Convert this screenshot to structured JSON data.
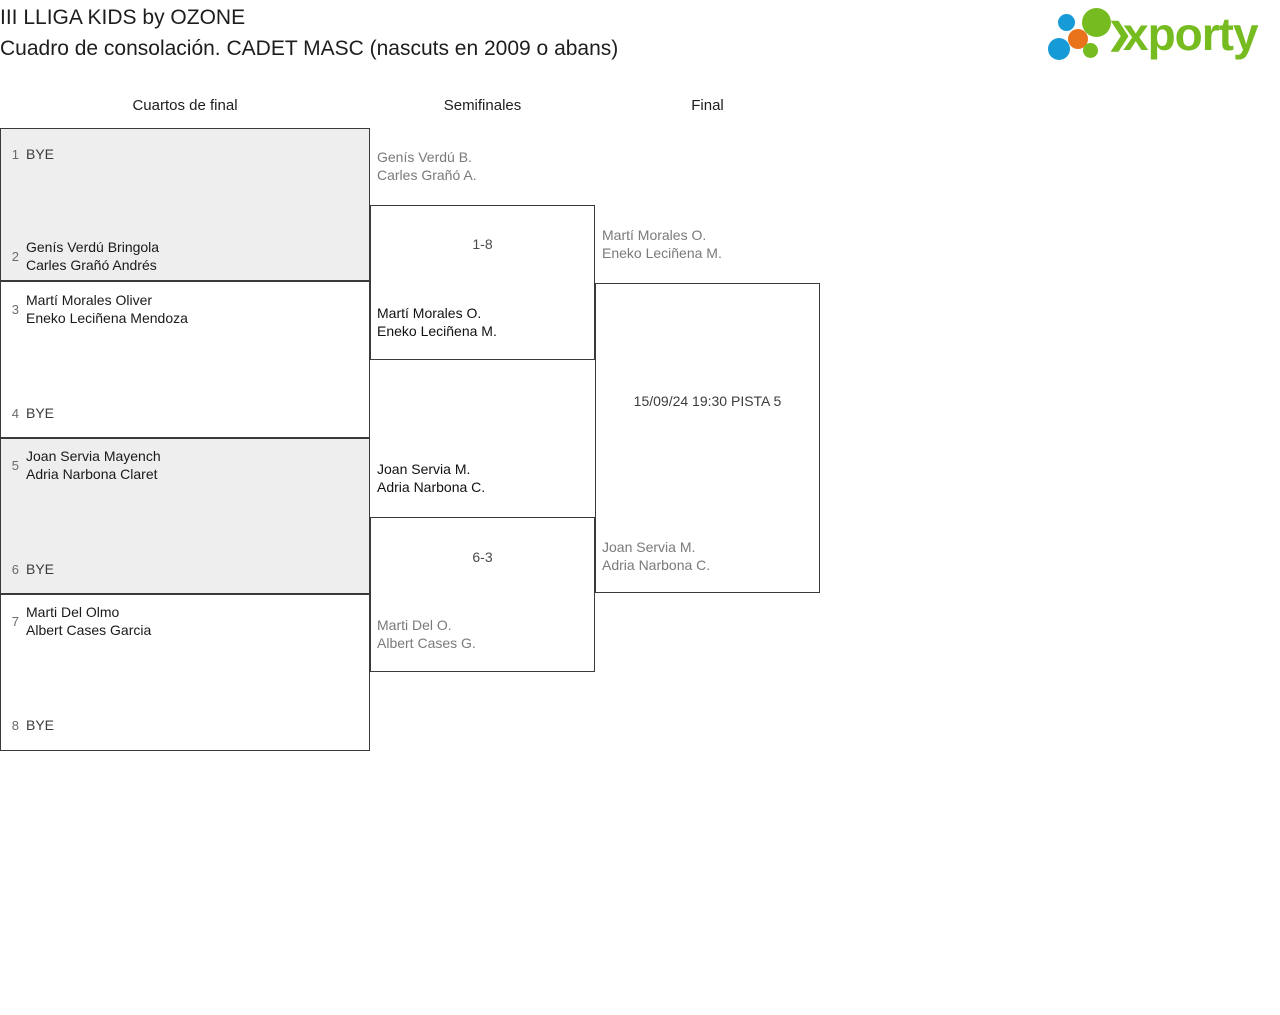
{
  "header": {
    "title_line1": "III LLIGA KIDS by OZONE",
    "title_line2": "Cuadro de consolación. CADET MASC (nascuts en 2009 o abans)",
    "logo_text": "xporty",
    "logo_colors": {
      "blue": "#179bd7",
      "orange": "#e8731a",
      "green": "#76bc21"
    }
  },
  "rounds": [
    {
      "label": "Cuartos de final"
    },
    {
      "label": "Semifinales"
    },
    {
      "label": "Final"
    }
  ],
  "bracket": {
    "quarterfinals": [
      {
        "seed": "1",
        "player1": "BYE",
        "player2": "",
        "is_bye": true,
        "shaded": true
      },
      {
        "seed": "2",
        "player1": "Genís Verdú Bringola",
        "player2": "Carles Grañó Andrés",
        "is_bye": false,
        "shaded": true
      },
      {
        "seed": "3",
        "player1": "Martí Morales Oliver",
        "player2": "Eneko Leciñena Mendoza",
        "is_bye": false,
        "shaded": false
      },
      {
        "seed": "4",
        "player1": "BYE",
        "player2": "",
        "is_bye": true,
        "shaded": false
      },
      {
        "seed": "5",
        "player1": "Joan Servia Mayench",
        "player2": "Adria Narbona Claret",
        "is_bye": false,
        "shaded": true
      },
      {
        "seed": "6",
        "player1": "BYE",
        "player2": "",
        "is_bye": true,
        "shaded": true
      },
      {
        "seed": "7",
        "player1": "Marti Del Olmo",
        "player2": "Albert Cases Garcia",
        "is_bye": false,
        "shaded": false
      },
      {
        "seed": "8",
        "player1": "BYE",
        "player2": "",
        "is_bye": true,
        "shaded": false
      }
    ],
    "semifinals": [
      {
        "top_player1": "Genís Verdú B.",
        "top_player2": "Carles Grañó A.",
        "top_status": "loser",
        "bottom_player1": "Martí Morales O.",
        "bottom_player2": "Eneko Leciñena M.",
        "bottom_status": "winner",
        "score": "1-8"
      },
      {
        "top_player1": "Joan Servia M.",
        "top_player2": "Adria Narbona C.",
        "top_status": "winner",
        "bottom_player1": "Marti Del O.",
        "bottom_player2": "Albert Cases G.",
        "bottom_status": "loser",
        "score": "6-3"
      }
    ],
    "final": {
      "top_player1": "Martí Morales O.",
      "top_player2": "Eneko Leciñena M.",
      "top_status": "pending",
      "bottom_player1": "Joan Servia M.",
      "bottom_player2": "Adria Narbona C.",
      "bottom_status": "pending",
      "schedule": "15/09/24 19:30 PISTA 5"
    }
  }
}
